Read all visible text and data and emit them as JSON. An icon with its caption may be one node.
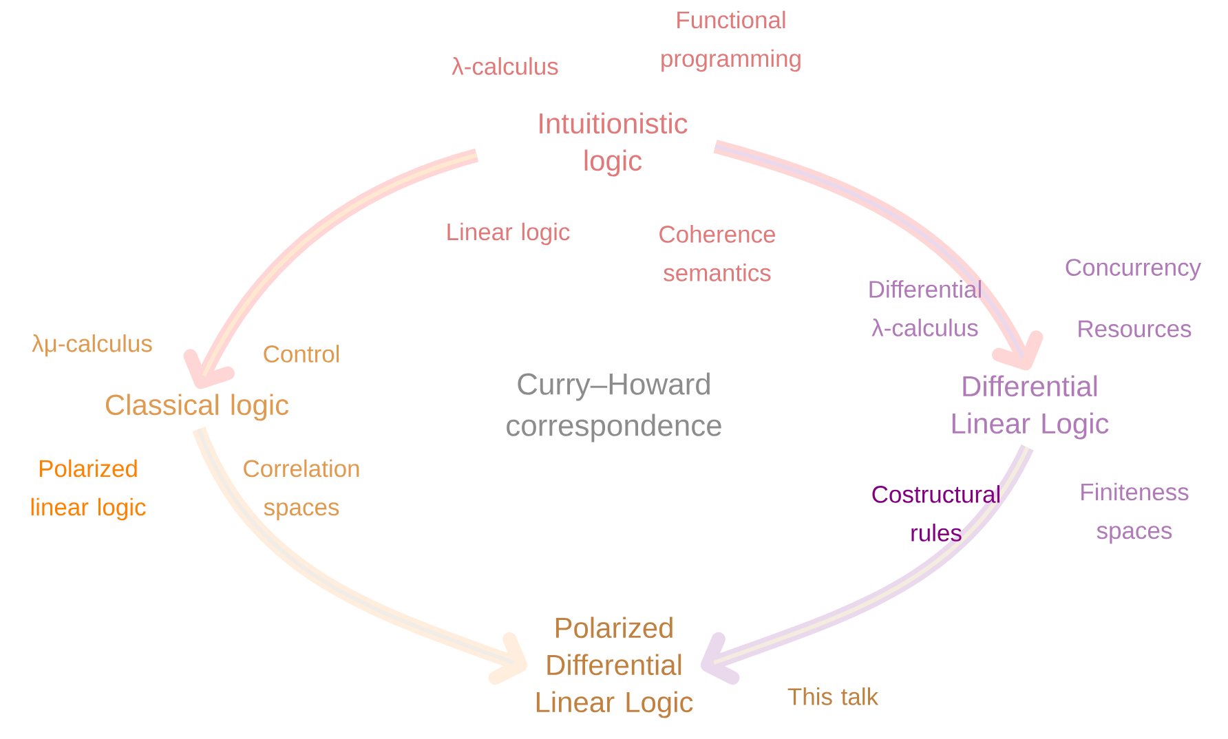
{
  "diagram": {
    "nodes": [
      {
        "text": [
          "Intuitionistic logic"
        ],
        "beside": [
          "λ-calculus",
          "Functional programming",
          "Linear logic",
          "Coherence semantics"
        ]
      },
      {
        "text": [
          "Classical logic"
        ],
        "beside": [
          "λμ-calculus",
          "Control",
          "Polarized linear logic",
          "Correlation spaces"
        ]
      },
      {
        "text": [
          "Differential Linear Logic"
        ],
        "beside": [
          "Differential λ-calculus",
          "Concurrency",
          "Resources",
          "Finiteness spaces"
        ]
      },
      {
        "text": [
          "Polarized Differential Linear Logic"
        ],
        "beside": [
          "This talk"
        ]
      }
    ],
    "edges": [
      {
        "from": 0,
        "to": 1,
        "arrow": "to",
        "color": "#ffd6d6"
      },
      {
        "from": 0,
        "to": 2,
        "arrow": "to",
        "color": "#ffd6d6"
      },
      {
        "from": 1,
        "to": 3,
        "arrow": "to",
        "color": "#ffeedd"
      },
      {
        "from": 2,
        "to": 3,
        "arrow": "to",
        "color": "#ead8ec",
        "label": "Costructural rules"
      }
    ],
    "labels": [
      "Curry–Howard correspondence"
    ]
  }
}
